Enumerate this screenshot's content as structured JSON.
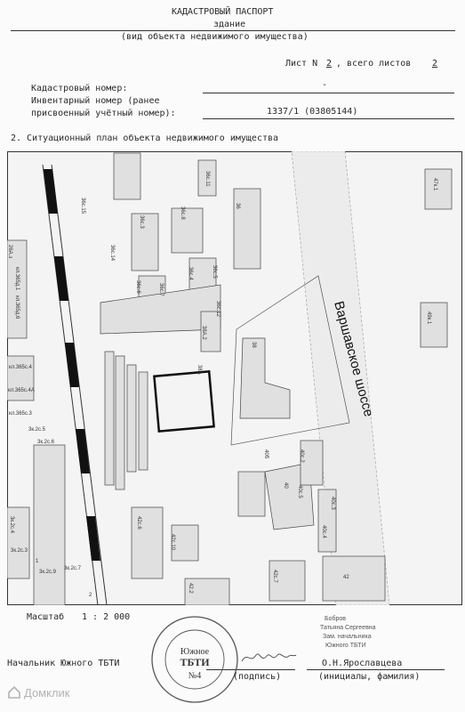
{
  "header": {
    "title": "КАДАСТРОВЫЙ ПАСПОРТ",
    "object_kind": "здание",
    "object_kind_caption": "(вид объекта недвижимого имущества)"
  },
  "sheet": {
    "label": "Лист N",
    "number": "2",
    "total_label": ", всего листов",
    "total": "2"
  },
  "fields": {
    "cadastral_label": "Кадастровый номер:",
    "cadastral_value": "-",
    "inventory_label_1": "Инвентарный номер (ранее",
    "inventory_label_2": "присвоенный учётный номер):",
    "inventory_value": "1337/1 (03805144)"
  },
  "section": {
    "title": "2. Ситуационный план объекта недвижимого имущества"
  },
  "plan": {
    "highway_label": "Варшавское шоссе",
    "building_labels": [
      "36",
      "36с.11",
      "36с.3",
      "36с.8",
      "36с.14",
      "36с.6",
      "36с.4",
      "36с.5",
      "36с.12",
      "36с.7",
      "38А",
      "38",
      "38А.2",
      "36с.15",
      "40",
      "40с.2",
      "40с.3",
      "40с.4",
      "40с.5",
      "40б",
      "42с.6",
      "42с.10",
      "42.2",
      "42с.7",
      "42",
      "47к.1",
      "49к.1",
      "26А.з",
      "кл.365д.1",
      "кл.365д.6",
      "кл.365с.4",
      "кл.365с.4А",
      "кл.365с.3",
      "3к.2с.6",
      "3к.2с.5",
      "3к.2с.4",
      "3к.2с.3",
      "3к.2с.9",
      "3к.2с.7",
      "1",
      "2"
    ]
  },
  "scale": {
    "label": "Масштаб",
    "value": "1 : 2 000"
  },
  "signature": {
    "position": "Начальник Южного ТБТИ",
    "sign_caption": "(подпись)",
    "name": "О.Н.Ярославцева",
    "name_caption": "(инициалы, фамилия)",
    "handwritten_note": [
      "Бобров",
      "Татьяна Сергеевна",
      "Зам. начальника",
      "Южного ТБТИ"
    ]
  },
  "stamp": {
    "center_line_1": "Южное",
    "center_line_2": "ТБТИ",
    "center_line_3": "№4"
  },
  "watermark": "Домклик"
}
